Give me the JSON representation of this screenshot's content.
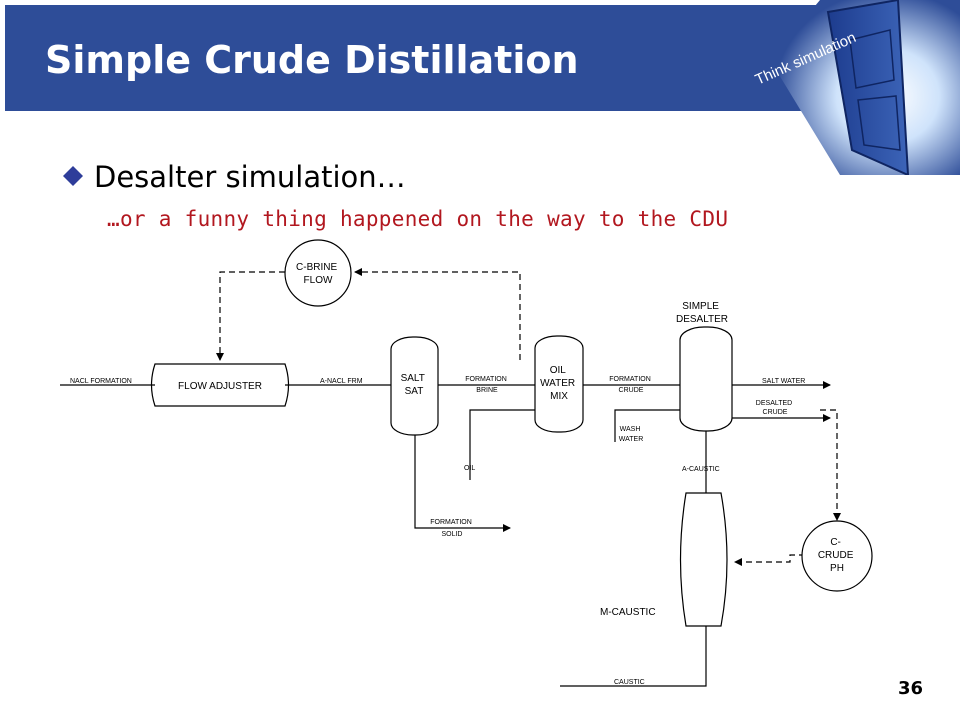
{
  "slide": {
    "title": "Simple Crude Distillation",
    "logo_text": "Think simulation",
    "bullet": "Desalter simulation…",
    "subtext": "…or a funny thing happened on the way to the CDU",
    "page_number": "36"
  },
  "colors": {
    "banner": "#2e4d98",
    "title": "#ffffff",
    "subtext": "#b2171f",
    "bullet": "#2e3d9a"
  },
  "diagram": {
    "units": {
      "c_brine_flow": [
        "C-BRINE",
        "FLOW"
      ],
      "flow_adjuster": "FLOW ADJUSTER",
      "salt_sat": [
        "SALT",
        "SAT"
      ],
      "oil_water_mix": [
        "OIL",
        "WATER",
        "MIX"
      ],
      "simple_desalter": [
        "SIMPLE",
        "DESALTER"
      ],
      "m_caustic": "M-CAUSTIC",
      "c_crude_ph": [
        "C-",
        "CRUDE",
        "PH"
      ]
    },
    "streams": {
      "nacl_formation": "NACL FORMATION",
      "a_nacl_frm": "A-NACL FRM",
      "formation_brine": [
        "FORMATION",
        "BRINE"
      ],
      "oil": "OIL",
      "formation_solid": [
        "FORMATION",
        "SOLID"
      ],
      "formation_crude": [
        "FORMATION",
        "CRUDE"
      ],
      "wash_water": [
        "WASH",
        "WATER"
      ],
      "salt_water": "SALT WATER",
      "desalted_crude": [
        "DESALTED",
        "CRUDE"
      ],
      "a_caustic": "A-CAUSTIC",
      "caustic": "CAUSTIC"
    }
  }
}
